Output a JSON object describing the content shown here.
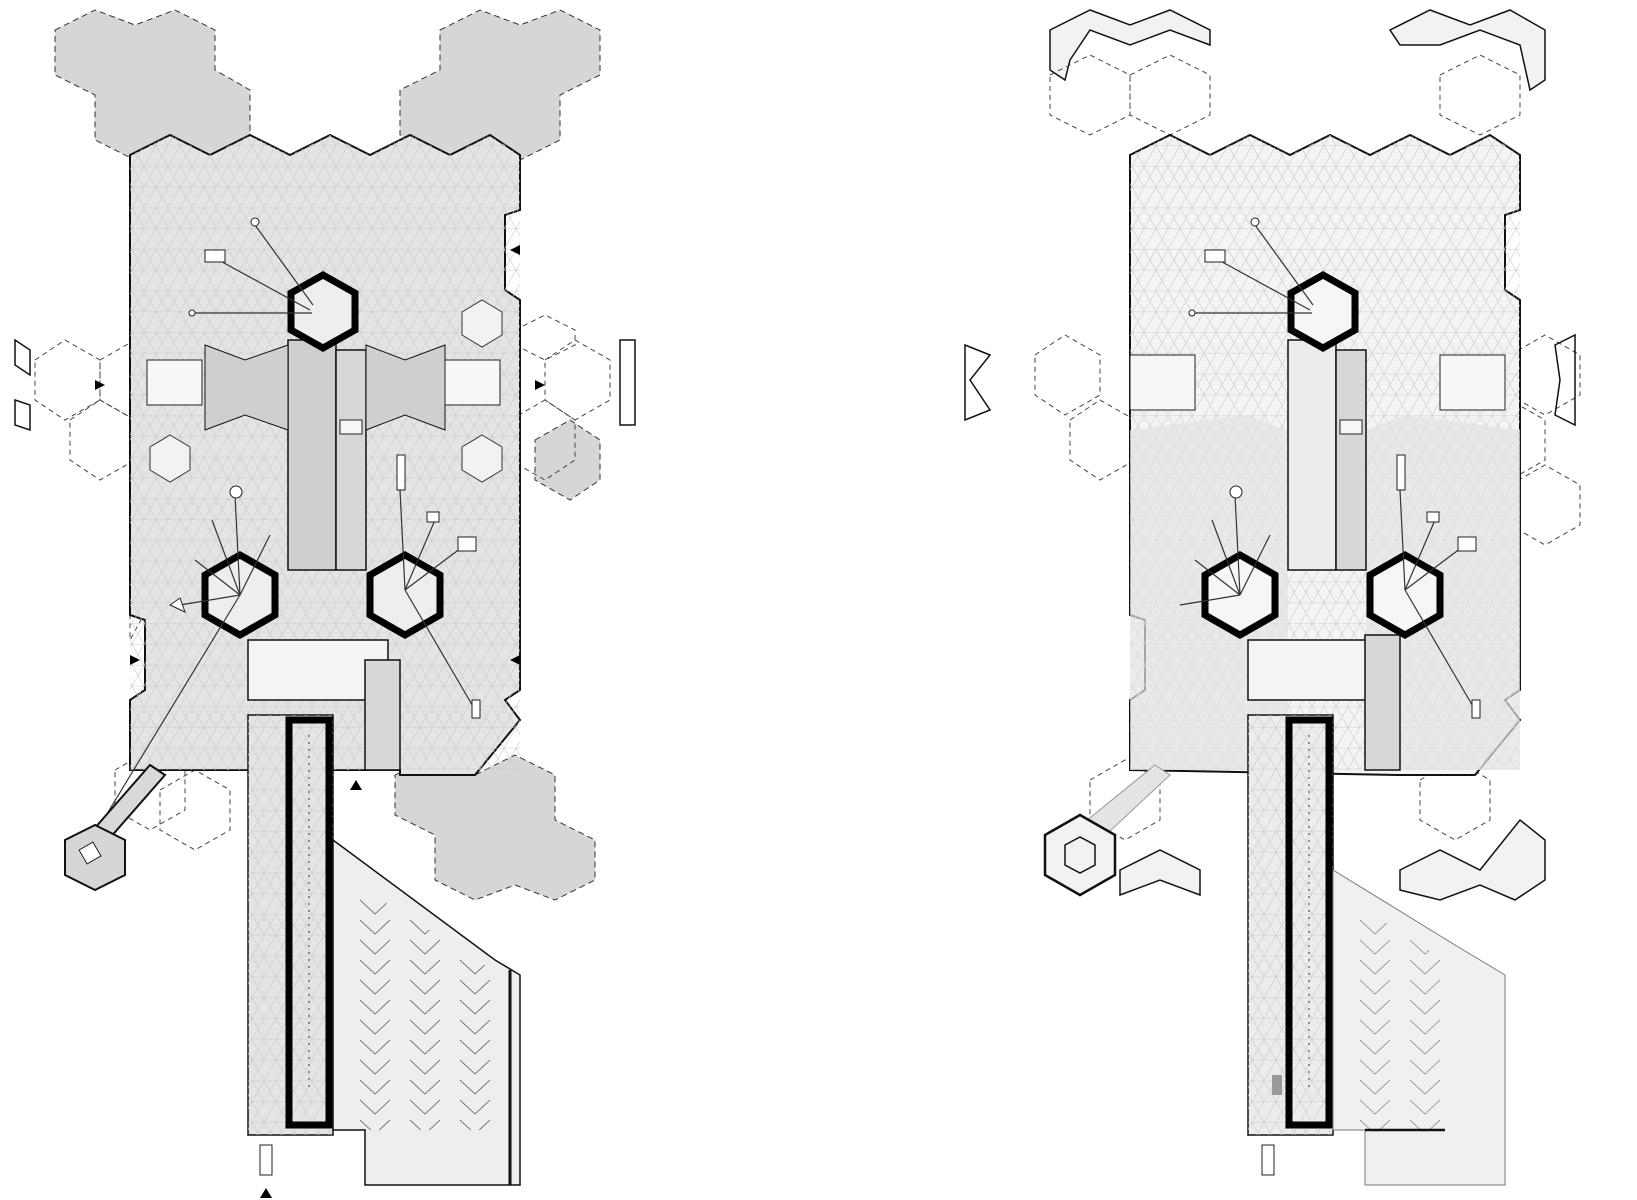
{
  "plans": [
    {
      "id": "plan-left",
      "title": "",
      "variant": "shaded"
    },
    {
      "id": "plan-right",
      "title": "",
      "variant": "light"
    }
  ],
  "colors": {
    "background": "#ffffff",
    "floor_fill": "#e6e6e6",
    "floor_light": "#f3f3f3",
    "dark_fill": "#d4d4d4",
    "wall": "#111111",
    "grid": "#c8c8c8",
    "dashed": "#444444"
  },
  "legend": []
}
